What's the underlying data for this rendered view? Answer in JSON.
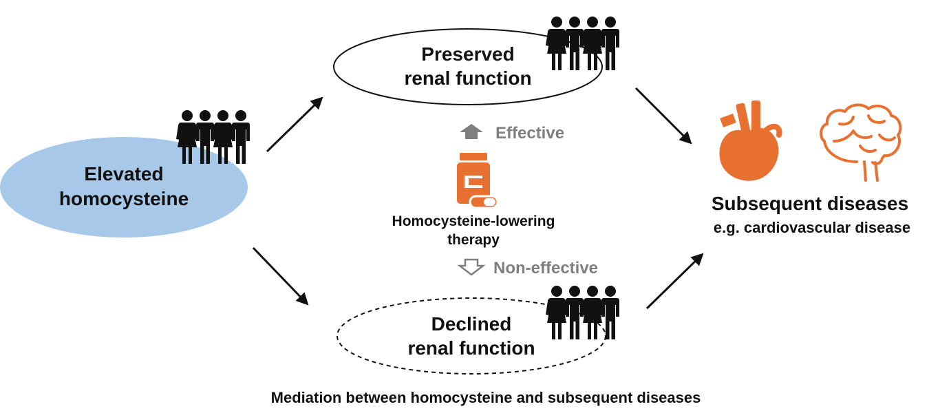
{
  "nodes": {
    "elevated": {
      "line1": "Elevated",
      "line2": "homocysteine"
    },
    "preserved": {
      "line1": "Preserved",
      "line2": "renal function"
    },
    "declined": {
      "line1": "Declined",
      "line2": "renal function"
    },
    "diseases": {
      "title": "Subsequent diseases",
      "subtitle": "e.g. cardiovascular disease"
    }
  },
  "therapy": {
    "line1": "Homocysteine-lowering",
    "line2": "therapy",
    "effective_label": "Effective",
    "noneffective_label": "Non-effective"
  },
  "caption": "Mediation between homocysteine and subsequent diseases",
  "colors": {
    "homocysteine_fill": "#a7c8e9",
    "organ_orange": "#e87031",
    "people": "#111111",
    "gray_label": "#7f7f7f",
    "text": "#111111"
  },
  "icons": [
    "people-group-icon",
    "heart-icon",
    "brain-icon",
    "pill-bottle-icon",
    "pill-capsule-icon",
    "arrow-up-icon",
    "arrow-down-icon"
  ]
}
